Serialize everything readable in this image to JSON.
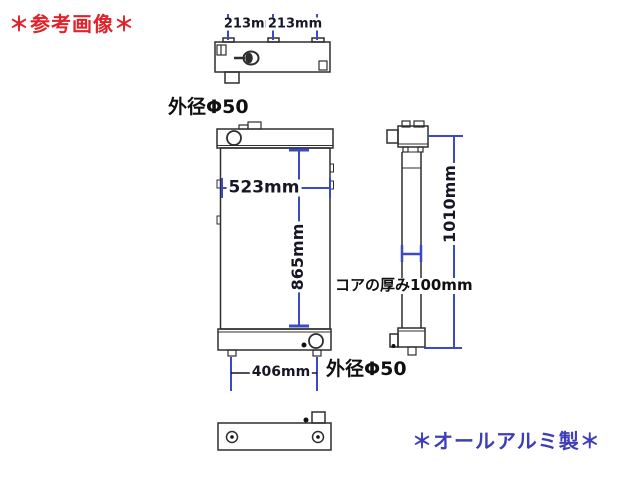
{
  "notes": {
    "reference": "＊参考画像＊",
    "material": "＊オールアルミ製＊"
  },
  "labels": {
    "outer_diameter_top": "外径Φ50",
    "outer_diameter_bottom": "外径Φ50",
    "core_thickness": "コアの厚み100mm"
  },
  "dimensions": {
    "top_pitch_left": "213mm",
    "top_pitch_right": "213mm",
    "core_width": "523mm",
    "core_height": "865mm",
    "overall_height": "1010mm",
    "foot_pitch": "406mm"
  },
  "colors": {
    "dimension_line": "#3b4ac4",
    "dimension_text": "#161626",
    "outline": "#2e2e2e",
    "note_red": "#e02329",
    "note_blue": "#3e3eb8"
  }
}
